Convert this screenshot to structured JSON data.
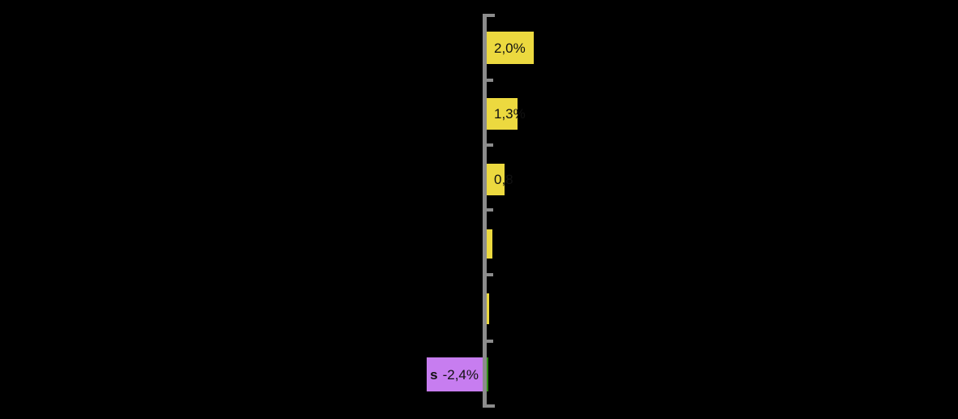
{
  "chart_data": {
    "type": "bar",
    "orientation": "horizontal",
    "title": "",
    "subtitle": "",
    "xlabel": "",
    "ylabel": "",
    "grid": false,
    "legend": "none",
    "axis_color": "#8c8c8c",
    "background": "#000000",
    "baseline_value": 0,
    "value_suffix": "%",
    "decimal_separator": ",",
    "categories": [
      "",
      "",
      "",
      "",
      "",
      "",
      ""
    ],
    "values": [
      2.0,
      1.3,
      0.8,
      0.25,
      0.1,
      0.0,
      -2.4
    ],
    "value_labels": [
      "2,0%",
      "1,3%",
      "0,8",
      "",
      "",
      "",
      "-2,4%"
    ],
    "colors": [
      "#ecd93f",
      "#ecd93f",
      "#ecd93f",
      "#ecd93f",
      "#ecd93f",
      "#ecd93f",
      "#c77df0"
    ],
    "accent_positive": "#ecd93f",
    "accent_negative": "#c77df0",
    "accent_marker": "#2e8b12",
    "bars": [
      {
        "name": "bar-1",
        "label": "2,0%",
        "category_label": "",
        "value": 2.0,
        "color": "#ecd93f",
        "direction": "positive",
        "clipped": false
      },
      {
        "name": "bar-2",
        "label": "1,3%",
        "category_label": "",
        "value": 1.3,
        "color": "#ecd93f",
        "direction": "positive",
        "clipped": true
      },
      {
        "name": "bar-3",
        "label": "0,8",
        "category_label": "",
        "value": 0.8,
        "color": "#ecd93f",
        "direction": "positive",
        "clipped": true
      },
      {
        "name": "bar-4",
        "label": "",
        "category_label": "",
        "value": 0.25,
        "color": "#ecd93f",
        "direction": "positive",
        "clipped": true
      },
      {
        "name": "bar-5",
        "label": "",
        "category_label": "",
        "value": 0.1,
        "color": "#ecd93f",
        "direction": "positive",
        "clipped": true
      },
      {
        "name": "bar-6",
        "label": "",
        "category_label": "",
        "value": 0.0,
        "color": "#ecd93f",
        "direction": "positive",
        "clipped": true
      },
      {
        "name": "bar-7",
        "label": "-2,4%",
        "category_label": "s",
        "value": -2.4,
        "color": "#c77df0",
        "direction": "negative",
        "clipped": true
      }
    ],
    "ticks": [
      {
        "name": "tick-0",
        "value": ""
      },
      {
        "name": "tick-1",
        "value": ""
      },
      {
        "name": "tick-2",
        "value": ""
      },
      {
        "name": "tick-3",
        "value": ""
      },
      {
        "name": "tick-4",
        "value": ""
      },
      {
        "name": "tick-5",
        "value": ""
      },
      {
        "name": "tick-6",
        "value": ""
      }
    ]
  }
}
